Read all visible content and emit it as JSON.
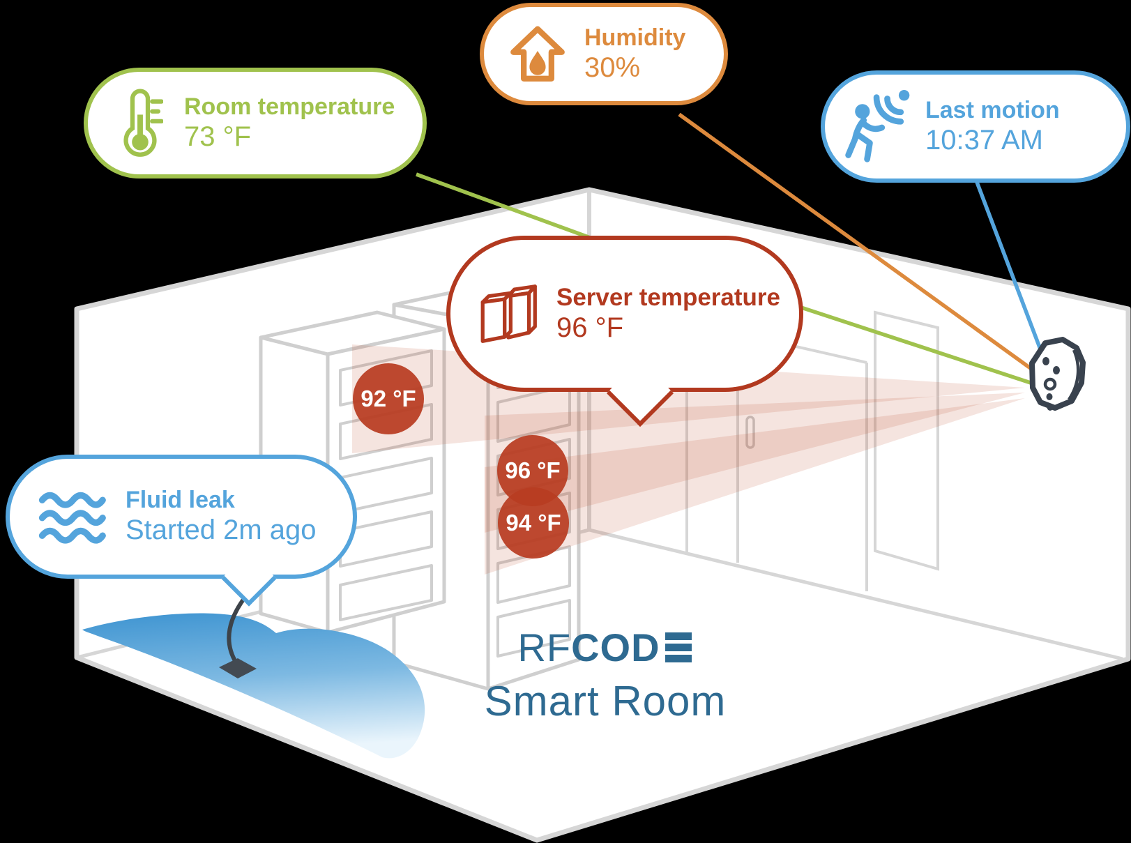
{
  "brand": {
    "rf": "RF",
    "cod": "COD",
    "e_glyph": "E",
    "subtitle": "Smart Room"
  },
  "callouts": {
    "room_temperature": {
      "label": "Room temperature",
      "value": "73 °F",
      "color": "#a0c24d",
      "icon": "thermometer-icon"
    },
    "humidity": {
      "label": "Humidity",
      "value": "30%",
      "color": "#dd8a3d",
      "icon": "house-droplet-icon"
    },
    "last_motion": {
      "label": "Last motion",
      "value": "10:37 AM",
      "color": "#54a4dc",
      "icon": "motion-person-icon"
    },
    "server_temperature": {
      "label": "Server temperature",
      "value": "96 °F",
      "color": "#b2391f",
      "icon": "server-racks-icon"
    },
    "fluid_leak": {
      "label": "Fluid leak",
      "value": "Started 2m ago",
      "color": "#54a4dc",
      "icon": "waves-icon"
    }
  },
  "rack_readings": [
    {
      "value": "92 °F"
    },
    {
      "value": "96 °F"
    },
    {
      "value": "94 °F"
    }
  ],
  "colors": {
    "background": "#000000",
    "reading_circle": "#c04c30",
    "logo_blue": "#2e6a91",
    "device_outline": "#39424e",
    "room_line": "#d6d6d6",
    "beam": "#c55a3f"
  }
}
